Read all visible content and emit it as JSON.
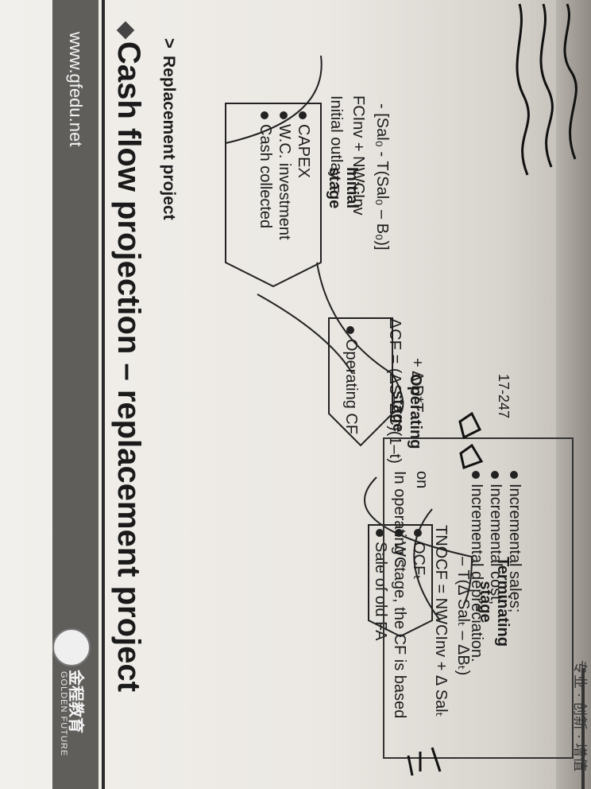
{
  "header": {
    "site": "www.gfedu.net",
    "title": "Cash flow projection – replacement project",
    "subtitle": "Replacement project",
    "logo_cn": "金程教育",
    "logo_en": "GOLDEN FUTURE"
  },
  "stages": {
    "initial": {
      "label_1": "Initial",
      "label_2": "stage",
      "items": [
        "CAPEX",
        "W.C. investment",
        "Cash collected"
      ]
    },
    "operating": {
      "label_1": "Operating",
      "label_2": "stage",
      "items": [
        "Operating CF"
      ]
    },
    "terminating": {
      "label_1": "Terminating",
      "label_2": "stage",
      "items": [
        "OCFₜ",
        "WC",
        "Sale of old FA"
      ]
    }
  },
  "formulas": {
    "initial_1": "Initial outlay =",
    "initial_2": "FCInv + NWCInv",
    "initial_3": "- [Sal₀ - T(Sal₀ – B₀)]",
    "operating_1": "ΔCF = (ΔS–ΔC)(1–t)",
    "operating_2": "+ Δ D*T",
    "terminating_1": "TNOCF = NWCInv + Δ Salₜ",
    "terminating_2": "– T(Δ Salₜ – ΔBₜ)"
  },
  "note": {
    "line_1": "In operating stage, the CF is based",
    "line_2": "on",
    "items": [
      "Incremental sales;",
      "Incremental cost;",
      "Incremental depreciation."
    ]
  },
  "page_number": "17-247",
  "footer": "专业 · 创新 · 增值"
}
